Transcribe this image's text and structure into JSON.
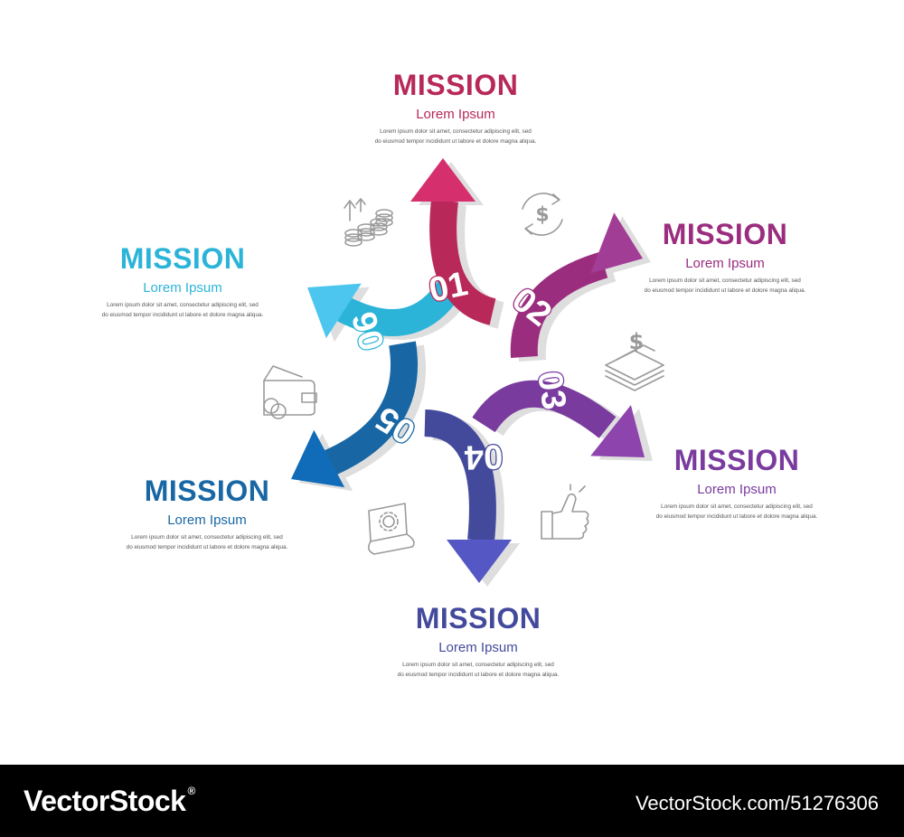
{
  "steps": [
    {
      "number": "01",
      "title": "MISSION",
      "subtitle": "Lorem Ipsum",
      "body": "Lorem ipsum dolor sit amet, consectetur adipiscing elit, sed\ndo eiusmod tempor incididunt ut labore et dolore magna aliqua.",
      "color": "#b8295a",
      "head_color": "#d52f6e",
      "icon": "money-cycle-icon"
    },
    {
      "number": "02",
      "title": "MISSION",
      "subtitle": "Lorem Ipsum",
      "body": "Lorem ipsum dolor sit amet, consectetur adipiscing elit, sed\ndo eiusmod tempor incididunt ut labore et dolore magna aliqua.",
      "color": "#9b2d7f",
      "head_color": "#a23d96",
      "icon": "cash-stack-icon"
    },
    {
      "number": "03",
      "title": "MISSION",
      "subtitle": "Lorem Ipsum",
      "body": "Lorem ipsum dolor sit amet, consectetur adipiscing elit, sed\ndo eiusmod tempor incididunt ut labore et dolore magna aliqua.",
      "color": "#7a3b9e",
      "head_color": "#8e44ad",
      "icon": "thumbs-up-icon"
    },
    {
      "number": "04",
      "title": "MISSION",
      "subtitle": "Lorem Ipsum",
      "body": "Lorem ipsum dolor sit amet, consectetur adipiscing elit, sed\ndo eiusmod tempor incididunt ut labore et dolore magna aliqua.",
      "color": "#434a9c",
      "head_color": "#5558c4",
      "icon": "document-gear-icon"
    },
    {
      "number": "05",
      "title": "MISSION",
      "subtitle": "Lorem Ipsum",
      "body": "Lorem ipsum dolor sit amet, consectetur adipiscing elit, sed\ndo eiusmod tempor incididunt ut labore et dolore magna aliqua.",
      "color": "#1867a4",
      "head_color": "#106bb8",
      "icon": "wallet-icon"
    },
    {
      "number": "06",
      "title": "MISSION",
      "subtitle": "Lorem Ipsum",
      "body": "Lorem ipsum dolor sit amet, consectetur adipiscing elit, sed\ndo eiusmod tempor incididunt ut labore et dolore magna aliqua.",
      "color": "#2bb4d8",
      "head_color": "#4cc6ef",
      "icon": "coin-growth-icon"
    }
  ],
  "footer": {
    "brand": "VectorStock",
    "registered": "®",
    "url": "VectorStock.com/51276306"
  }
}
